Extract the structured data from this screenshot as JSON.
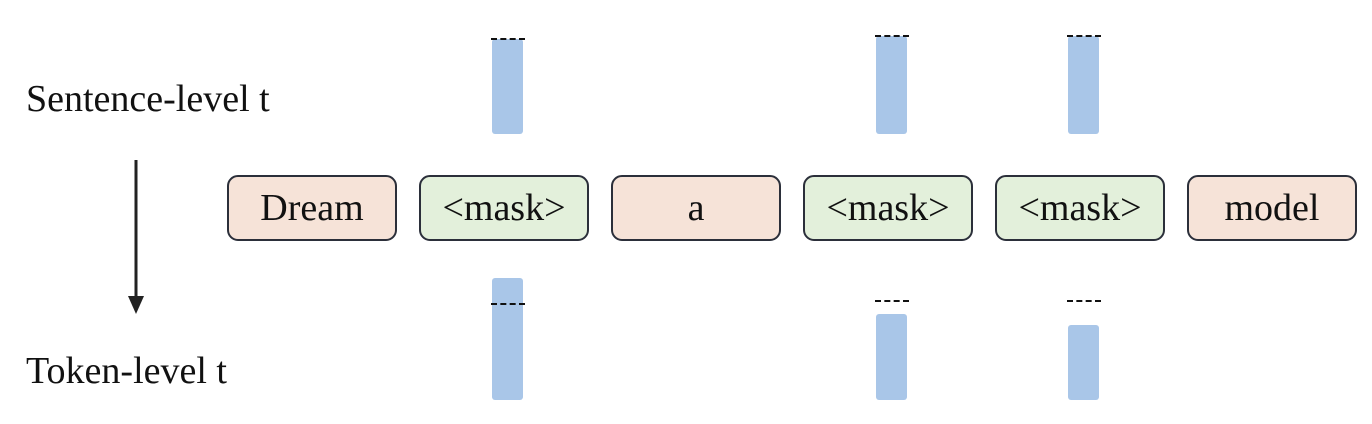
{
  "labels": {
    "sentence_level": "Sentence-level t",
    "token_level": "Token-level t"
  },
  "tokens": [
    {
      "text": "Dream",
      "kind": "unmasked"
    },
    {
      "text": "<mask>",
      "kind": "masked"
    },
    {
      "text": "a",
      "kind": "unmasked"
    },
    {
      "text": "<mask>",
      "kind": "masked"
    },
    {
      "text": "<mask>",
      "kind": "masked"
    },
    {
      "text": "model",
      "kind": "unmasked"
    }
  ],
  "colors": {
    "unmasked_fill": "#f6e3d8",
    "masked_fill": "#e3f0db",
    "bar_fill": "#a9c6e8",
    "border": "#2b2f3a"
  }
}
